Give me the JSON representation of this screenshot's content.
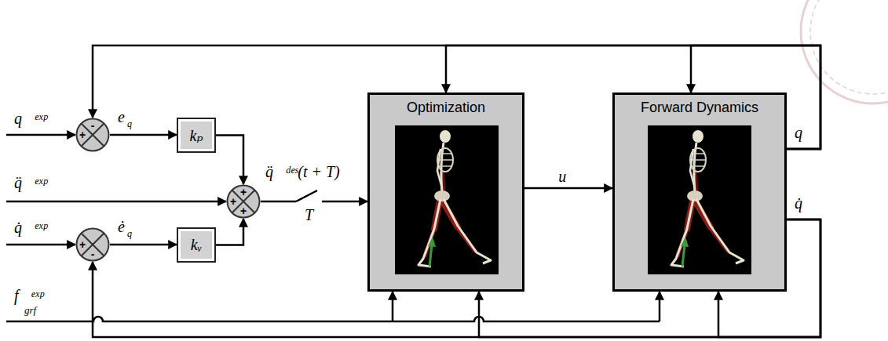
{
  "diagram": {
    "nodes": [
      {
        "text": [
          "+",
          "-"
        ]
      },
      {
        "text": [
          "kₚ"
        ]
      },
      {
        "text": [
          "+",
          "+",
          "+"
        ]
      },
      {
        "text": [
          "+",
          "-"
        ]
      },
      {
        "text": [
          "kᵥ"
        ]
      },
      {
        "text": [
          "Optimization"
        ]
      },
      {
        "text": [
          "Forward Dynamics"
        ]
      }
    ],
    "edges": [
      {
        "from": 0,
        "to": 1,
        "arrow": "to"
      },
      {
        "from": 1,
        "to": 2,
        "arrow": "to"
      },
      {
        "from": 2,
        "to": 5,
        "arrow": "to"
      },
      {
        "from": 3,
        "to": 4,
        "arrow": "to"
      },
      {
        "from": 4,
        "to": 2,
        "arrow": "to"
      },
      {
        "from": 5,
        "to": 6,
        "label": "u⃗",
        "arrow": "to"
      },
      {
        "from": 6,
        "to": 0,
        "arrow": "to"
      },
      {
        "from": 6,
        "to": 5,
        "arrow": "to"
      },
      {
        "from": 6,
        "to": 6,
        "arrow": "to"
      },
      {
        "from": 6,
        "to": 3,
        "arrow": "to"
      },
      {
        "from": 6,
        "to": 5,
        "arrow": "to"
      },
      {
        "from": 6,
        "to": 6,
        "arrow": "to"
      }
    ],
    "labels": [
      "q⃗ᵉˣᵖ",
      "q̈⃗ᵉˣᵖ",
      "q̇⃗ᵉˣᵖ",
      "f⃗ᵉˣᵖ",
      "grf",
      "e⃗",
      "q",
      "ė⃗",
      "q",
      "q̈⃗ᵈᵉˢ(t + T)",
      "T",
      "q⃗",
      "q̇⃗"
    ]
  }
}
